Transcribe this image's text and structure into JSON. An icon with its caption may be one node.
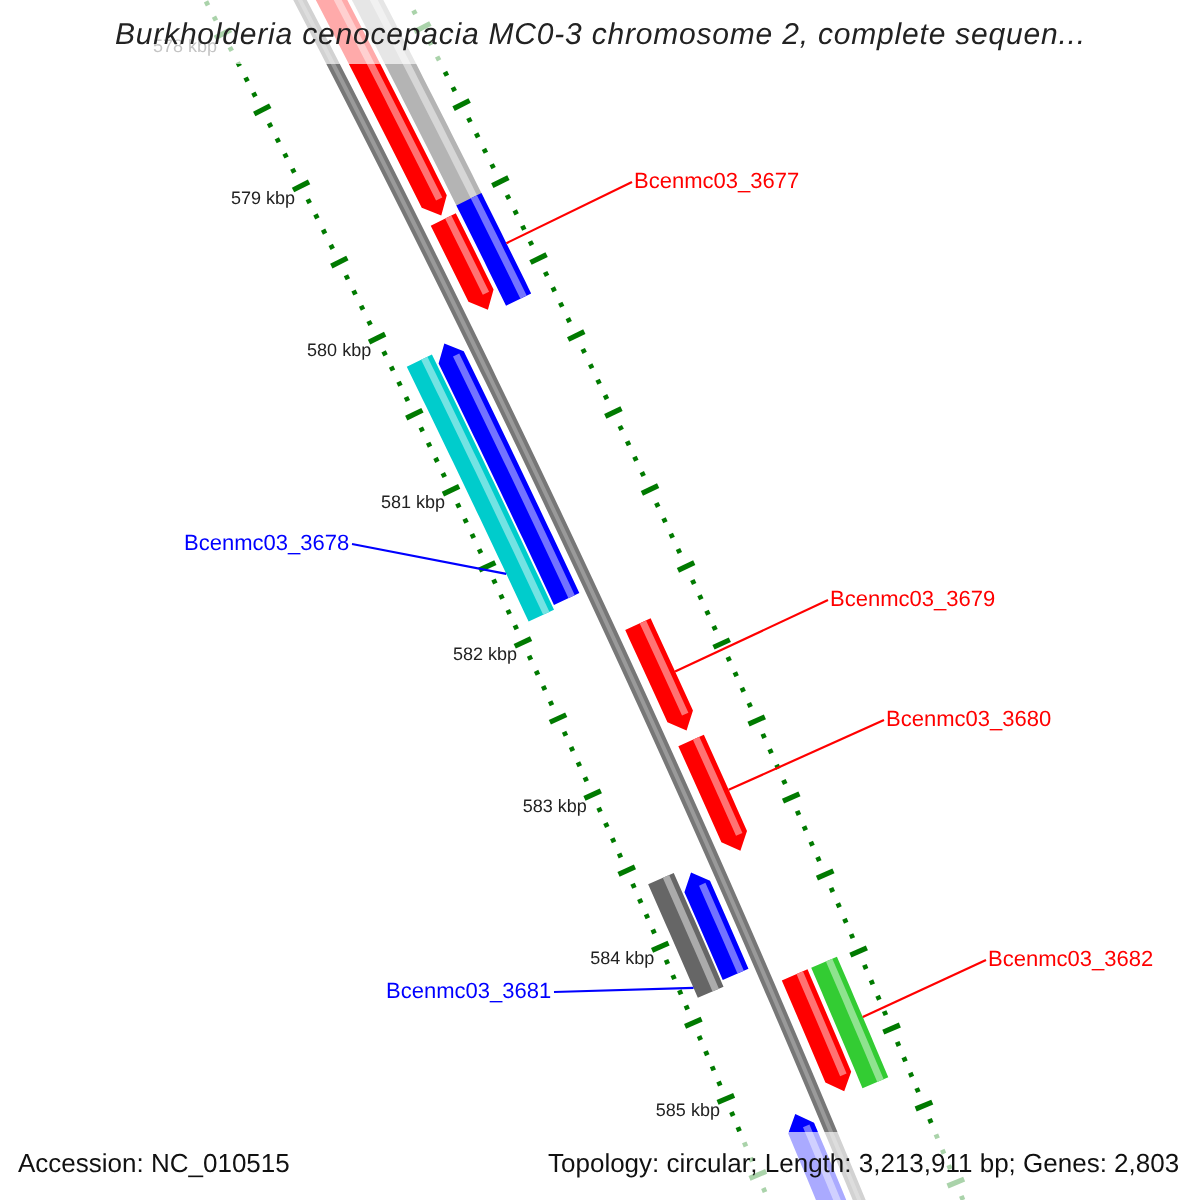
{
  "diagram": {
    "title": "Burkholderia cenocepacia MC0-3 chromosome 2, complete sequen...",
    "nodes": [
      {
        "text": [
          "Bcenmc03_3677"
        ]
      },
      {
        "text": [],
        "shape": "bar"
      },
      {
        "text": [
          "Bcenmc03_3678"
        ]
      },
      {
        "text": [],
        "shape": "bar"
      },
      {
        "text": [
          "Bcenmc03_3679"
        ]
      },
      {
        "text": [],
        "shape": "bar"
      },
      {
        "text": [
          "Bcenmc03_3680"
        ]
      },
      {
        "text": [],
        "shape": "bar"
      },
      {
        "text": [
          "Bcenmc03_3681"
        ]
      },
      {
        "text": [],
        "shape": "bar"
      },
      {
        "text": [
          "Bcenmc03_3682"
        ]
      },
      {
        "text": [],
        "shape": "bar"
      }
    ],
    "edges": [
      {
        "from": 0,
        "to": 1,
        "arrow": "none"
      },
      {
        "from": 2,
        "to": 3,
        "arrow": "none",
        "color": "#0000ff"
      },
      {
        "from": 4,
        "to": 5,
        "arrow": "none"
      },
      {
        "from": 6,
        "to": 7,
        "arrow": "none"
      },
      {
        "from": 8,
        "to": 9,
        "arrow": "none",
        "color": "#0000ff"
      },
      {
        "from": 10,
        "to": 11,
        "arrow": "none"
      }
    ],
    "labels": [
      "578 kbp",
      "579 kbp",
      "580 kbp",
      "581 kbp",
      "582 kbp",
      "583 kbp",
      "584 kbp",
      "585 kbp",
      "Accession: NC_010515",
      "Topology: circular; Length: 3,213,911 bp; Genes: 2,803"
    ]
  }
}
